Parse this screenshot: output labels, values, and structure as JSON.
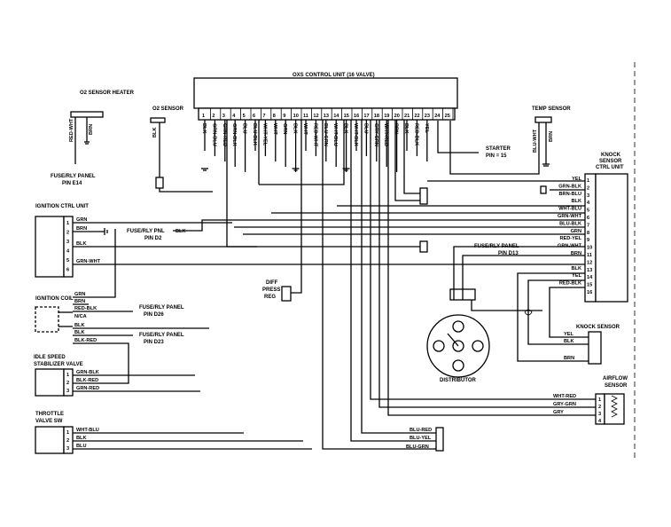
{
  "ecu": {
    "title": "OXS CONTROL UNIT (16 VALVE)",
    "pins": [
      "1",
      "2",
      "3",
      "4",
      "5",
      "6",
      "7",
      "8",
      "9",
      "10",
      "11",
      "12",
      "13",
      "14",
      "15",
      "16",
      "17",
      "18",
      "19",
      "20",
      "21",
      "22",
      "23",
      "24",
      "25"
    ],
    "wires": [
      "BLK",
      "GRN-BLU",
      "GRN-RED",
      "GRN-BLK",
      "BLU",
      "BLU-BLK",
      "WHT-YEL",
      "WHT",
      "GRN",
      "BLK",
      "WHT",
      "RED-WHT",
      "BLU-GRN",
      "WHT-BLU",
      "BLK",
      "WHT-BLK",
      "BLU",
      "GRY-GRN",
      "WHT-RED",
      "BRN",
      "BLK",
      "RED-BLK",
      "YEL"
    ]
  },
  "o2_heater": {
    "label": "O2 SENSOR HEATER",
    "wires": [
      "RED-WHT",
      "BRN"
    ],
    "fuse": "FUSE/RLY PANEL",
    "pin": "PIN E14"
  },
  "o2_sensor": {
    "label": "O2 SENSOR",
    "wire": "BLK"
  },
  "temp_sensor": {
    "label": "TEMP SENSOR",
    "wires": [
      "BLU-WHT",
      "BRN"
    ]
  },
  "starter": {
    "label": "STARTER",
    "pin": "PIN = 15"
  },
  "ignition_ctrl": {
    "label": "IGNITION CTRL UNIT",
    "pins": [
      "1",
      "2",
      "3",
      "4",
      "5",
      "6"
    ],
    "wires": [
      "GRN",
      "BRN",
      "BLK",
      "GRN-WHT"
    ]
  },
  "fuse_d2": {
    "label": "FUSE/RLY PNL",
    "pin": "PIN D2",
    "wire": "BLK"
  },
  "ignition_coil": {
    "label": "IGNITION COIL",
    "wires": [
      "GRN",
      "BRN",
      "RED-BLK",
      "N/CA",
      "BLK",
      "BLK",
      "BLK-RED"
    ]
  },
  "fuse_d26": {
    "label": "FUSE/RLY PANEL",
    "pin": "PIN D26"
  },
  "fuse_d23": {
    "label": "FUSE/RLY PANEL",
    "pin": "PIN D23"
  },
  "idle_valve": {
    "label": "IDLE SPEED STABILIZER VALVE",
    "pins": [
      "1",
      "2",
      "3"
    ],
    "wires": [
      "GRN-BLK",
      "BLK-RED",
      "GRN-RED"
    ]
  },
  "throttle_sw": {
    "label": "THROTTLE VALVE SW",
    "pins": [
      "1",
      "2",
      "3"
    ],
    "wires": [
      "WHT-BLU",
      "BLK",
      "BLU"
    ]
  },
  "diff_press_reg": {
    "label": "DIFF PRESS REG"
  },
  "distributor": {
    "label": "DISTRIBUTOR"
  },
  "fuse_d13": {
    "label": "FUSE/RLY PANEL",
    "pin": "PIN D13"
  },
  "knock_ctrl": {
    "label": "KNOCK SENSOR CTRL UNIT",
    "pins": [
      "1",
      "2",
      "3",
      "4",
      "5",
      "6",
      "7",
      "8",
      "9",
      "10",
      "11",
      "12",
      "13",
      "14",
      "15",
      "16"
    ],
    "wires": [
      "YEL",
      "GRN-BLK",
      "BRN-BLU",
      "BLK",
      "WHT-BLU",
      "GRN-WHT",
      "BLU-BLK",
      "GRN",
      "RED-YEL",
      "GRN-WHT",
      "BRN",
      "",
      "BLK",
      "YEL",
      "RED-BLK"
    ]
  },
  "knock_sensor": {
    "label": "KNOCK SENSOR",
    "wires": [
      "YEL",
      "BLK",
      "BRN"
    ]
  },
  "airflow": {
    "label": "AIRFLOW SENSOR",
    "pins": [
      "1",
      "2",
      "3",
      "4"
    ],
    "wires": [
      "WHT-RED",
      "GRY-GRN",
      "GRY"
    ]
  },
  "bottom_wires": [
    "BLU-RED",
    "BLU-YEL",
    "BLU-GRN"
  ]
}
